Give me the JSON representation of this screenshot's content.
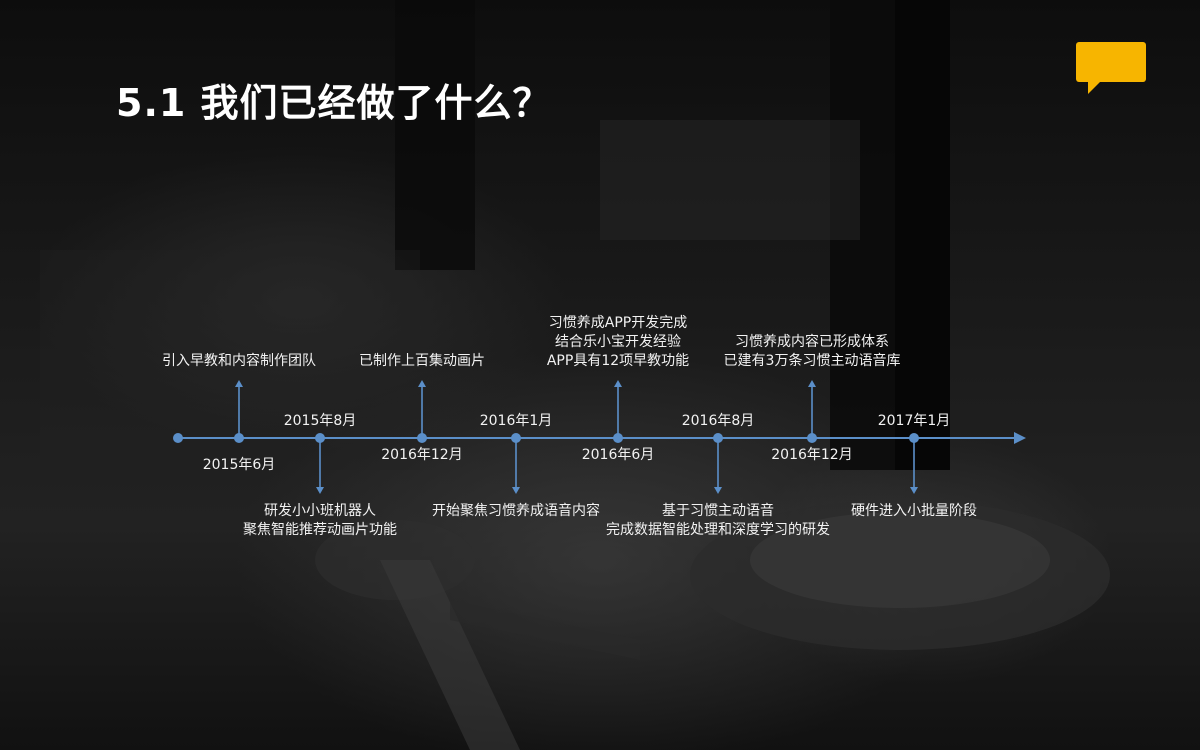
{
  "title": "5.1 我们已经做了什么？",
  "icons": {
    "logo": "speech-bubble-icon"
  },
  "colors": {
    "accent": "#f7b500",
    "timeline": "#5b8fc9",
    "text": "#ffffff"
  },
  "timeline": {
    "dates": [
      "2015年6月",
      "2015年8月",
      "2016年12月",
      "2016年1月",
      "2016年6月",
      "2016年8月",
      "2016年12月",
      "2017年1月"
    ],
    "events_above": [
      [
        "引入早教和内容制作团队"
      ],
      [
        "已制作上百集动画片"
      ],
      [
        "习惯养成APP开发完成",
        "结合乐小宝开发经验",
        "APP具有12项早教功能"
      ],
      [
        "习惯养成内容已形成体系",
        "已建有3万条习惯主动语音库"
      ]
    ],
    "events_below": [
      [
        "研发小小班机器人",
        "聚焦智能推荐动画片功能"
      ],
      [
        "开始聚焦习惯养成语音内容"
      ],
      [
        "基于习惯主动语音",
        "完成数据智能处理和深度学习的研发"
      ],
      [
        "硬件进入小批量阶段"
      ]
    ]
  }
}
